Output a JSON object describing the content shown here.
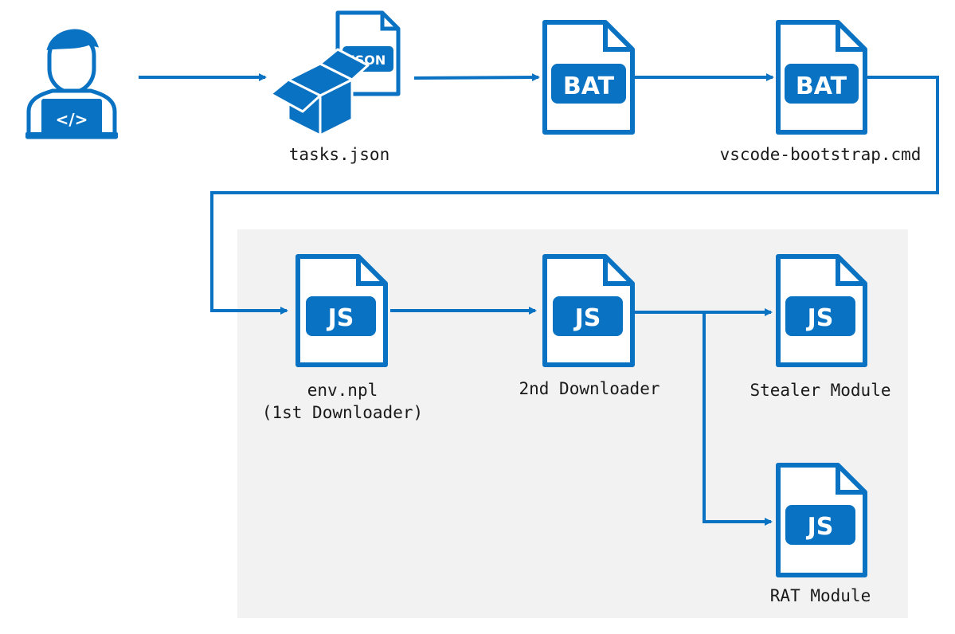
{
  "colors": {
    "accent": "#0a72c2",
    "panel": "#f2f2f2",
    "text": "#1a1a1a"
  },
  "nodes": {
    "developer": {
      "icon": "developer-laptop-icon",
      "glyph": "</>"
    },
    "tasks": {
      "icon": "package-json-icon",
      "badge": "JSON",
      "label": "tasks.json"
    },
    "bat1": {
      "icon": "bat-file-icon",
      "badge": "BAT"
    },
    "bat2": {
      "icon": "bat-file-icon",
      "badge": "BAT",
      "label": "vscode-bootstrap.cmd"
    },
    "env": {
      "icon": "js-file-icon",
      "badge": "JS",
      "label_line1": "env.npl",
      "label_line2": "(1st Downloader)"
    },
    "dl2": {
      "icon": "js-file-icon",
      "badge": "JS",
      "label": "2nd Downloader"
    },
    "stealer": {
      "icon": "js-file-icon",
      "badge": "JS",
      "label": "Stealer Module"
    },
    "rat": {
      "icon": "js-file-icon",
      "badge": "JS",
      "label": "RAT Module"
    }
  }
}
